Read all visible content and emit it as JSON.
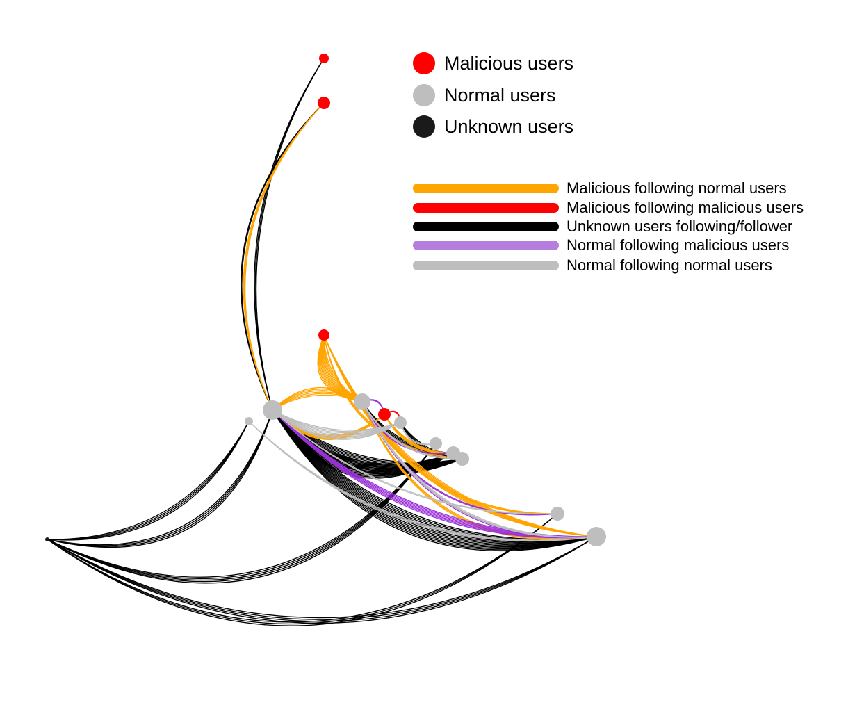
{
  "node_legend": [
    {
      "label": "Malicious users",
      "color": "#ff0000"
    },
    {
      "label": "Normal users",
      "color": "#bebebe"
    },
    {
      "label": "Unknown users",
      "color": "#1a1a1a"
    }
  ],
  "edge_legend": [
    {
      "label": "Malicious following normal users",
      "color": "#ffa500"
    },
    {
      "label": "Malicious following malicious users",
      "color": "#ff0000"
    },
    {
      "label": "Unknown users following/follower",
      "color": "#000000"
    },
    {
      "label": "Normal following malicious users",
      "color": "#b57edc"
    },
    {
      "label": "Normal following normal users",
      "color": "#bebebe"
    }
  ],
  "nodes": [
    {
      "id": "m1",
      "type": "malicious"
    },
    {
      "id": "m2",
      "type": "malicious"
    },
    {
      "id": "m3",
      "type": "malicious"
    },
    {
      "id": "m4",
      "type": "malicious"
    },
    {
      "id": "n1",
      "type": "normal"
    },
    {
      "id": "n2",
      "type": "normal"
    },
    {
      "id": "n3",
      "type": "normal"
    },
    {
      "id": "n4",
      "type": "normal"
    },
    {
      "id": "n5",
      "type": "normal"
    },
    {
      "id": "n6",
      "type": "normal"
    },
    {
      "id": "n7",
      "type": "normal"
    },
    {
      "id": "n8",
      "type": "normal"
    },
    {
      "id": "n9",
      "type": "normal"
    },
    {
      "id": "u1",
      "type": "unknown"
    }
  ],
  "edges": [
    {
      "type": "unknown",
      "source": "u1",
      "target": "n1",
      "count": 4
    },
    {
      "type": "unknown",
      "source": "u1",
      "target": "n5",
      "count": 5
    },
    {
      "type": "unknown",
      "source": "u1",
      "target": "n4",
      "count": 4
    },
    {
      "type": "unknown",
      "source": "u1",
      "target": "n8",
      "count": 3
    },
    {
      "type": "unknown",
      "source": "u1",
      "target": "n9",
      "count": 4
    },
    {
      "type": "unknown",
      "source": "m1",
      "target": "n1",
      "count": 3
    },
    {
      "type": "unknown",
      "source": "m2",
      "target": "n1",
      "count": 2
    },
    {
      "type": "unknown",
      "source": "n1",
      "target": "n6",
      "count": 14
    },
    {
      "type": "unknown",
      "source": "n1",
      "target": "n7",
      "count": 12
    },
    {
      "type": "unknown",
      "source": "n1",
      "target": "n9",
      "count": 14
    },
    {
      "type": "unknown",
      "source": "n2",
      "target": "n6",
      "count": 6
    },
    {
      "type": "unknown",
      "source": "n3",
      "target": "n7",
      "count": 5
    },
    {
      "type": "malicious_normal",
      "source": "m2",
      "target": "n1",
      "count": 3
    },
    {
      "type": "malicious_normal",
      "source": "m3",
      "target": "n2",
      "count": 12
    },
    {
      "type": "malicious_normal",
      "source": "m3",
      "target": "n9",
      "count": 6
    },
    {
      "type": "malicious_normal",
      "source": "m3",
      "target": "n7",
      "count": 3
    },
    {
      "type": "malicious_normal",
      "source": "m4",
      "target": "n1",
      "count": 5
    },
    {
      "type": "malicious_normal",
      "source": "m4",
      "target": "n6",
      "count": 4
    },
    {
      "type": "malicious_normal",
      "source": "n2",
      "target": "n8",
      "count": 3
    },
    {
      "type": "malicious_normal",
      "source": "n1",
      "target": "n2",
      "count": 6
    },
    {
      "type": "malicious_normal",
      "source": "n2",
      "target": "n9",
      "count": 3
    },
    {
      "type": "normal_malicious",
      "source": "n1",
      "target": "n9",
      "count": 6
    },
    {
      "type": "normal_malicious",
      "source": "n2",
      "target": "n8",
      "count": 2
    },
    {
      "type": "normal_malicious",
      "source": "n2",
      "target": "n9",
      "count": 2
    },
    {
      "type": "normal_malicious",
      "source": "n2",
      "target": "n6",
      "count": 2
    },
    {
      "type": "normal_malicious",
      "source": "n2",
      "target": "m4",
      "count": 2
    },
    {
      "type": "malicious_malicious",
      "source": "m4",
      "target": "n3",
      "count": 2
    },
    {
      "type": "normal_normal",
      "source": "n1",
      "target": "n3",
      "count": 8
    },
    {
      "type": "normal_normal",
      "source": "n2",
      "target": "n9",
      "count": 3
    },
    {
      "type": "normal_normal",
      "source": "n2",
      "target": "n7",
      "count": 2
    },
    {
      "type": "normal_normal",
      "source": "n4",
      "target": "n9",
      "count": 3
    },
    {
      "type": "normal_normal",
      "source": "n3",
      "target": "n5",
      "count": 2
    },
    {
      "type": "normal_normal",
      "source": "n1",
      "target": "n8",
      "count": 2
    }
  ]
}
